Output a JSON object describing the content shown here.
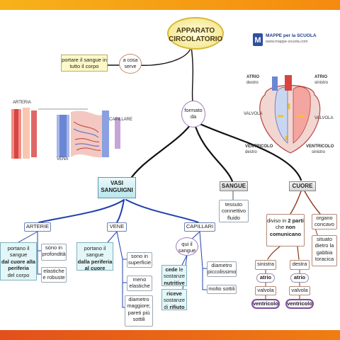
{
  "title": "APPARATO CIRCOLATORIO",
  "logo": {
    "brand": "MAPPE per la SCUOLA",
    "url": "www.mappe-scuola.com"
  },
  "purpose": {
    "link": "a cosa serve",
    "text": "portare il sangue in tutto il corpo"
  },
  "composition_link": "formato da",
  "vessels_image": {
    "arteria": "ARTERIA",
    "vena": "VENA",
    "capillare": "CAPILLARE"
  },
  "heart_image": {
    "atrio_destro": {
      "t": "ATRIO",
      "s": "destro"
    },
    "atrio_sinistro": {
      "t": "ATRIO",
      "s": "sinistro"
    },
    "valvola_left": "VALVOLA",
    "valvola_right": "VALVOLA",
    "ventricolo_destro": {
      "t": "VENTRICOLO",
      "s": "destro"
    },
    "ventricolo_sinistro": {
      "t": "VENTRICOLO",
      "s": "sinistro"
    }
  },
  "vasi": {
    "title": "VASI SANGUIGNI",
    "arterie": {
      "title": "ARTERIE",
      "desc_pre": "portano il sangue",
      "desc_bold": "dal cuore alla periferia",
      "desc_post": "del corpo",
      "where": "sono in profondità",
      "walls": "elastiche e robuste"
    },
    "vene": {
      "title": "VENE",
      "desc_pre": "portano il sangue",
      "desc_bold": "dalla periferia al cuore",
      "where": "sono in superficie",
      "walls": "meno elastiche",
      "diam": "diametro maggiore; pareti più sottili"
    },
    "capillari": {
      "title": "CAPILLARI",
      "link": "qui il sangue",
      "cede_b1": "cede",
      "cede_t1": "le sostanze",
      "cede_b2": "nutritive",
      "riceve_b1": "riceve",
      "riceve_t1": "sostanze di",
      "riceve_b2": "rifiuto",
      "diam": "diametro piccolissimo",
      "walls": "molto sottili"
    }
  },
  "sangue": {
    "title": "SANGUE",
    "desc": "tessuto connettivo fluido"
  },
  "cuore": {
    "title": "CUORE",
    "div_pre1": "diviso in",
    "div_bold1": "2 parti",
    "div_pre2": "che",
    "div_bold2": "non comunicano",
    "organ": "organo concavo",
    "loc": "situato dietro la gabbia toracica",
    "sinistra": "sinistra",
    "destra": "destra",
    "atrio": "atrio",
    "valvola": "valvola",
    "ventricolo": "ventricolo"
  },
  "colors": {
    "link_dark": "#111111",
    "link_blue": "#1f3fae",
    "link_brown": "#8a3a1a",
    "title_border": "#d8b83a"
  }
}
